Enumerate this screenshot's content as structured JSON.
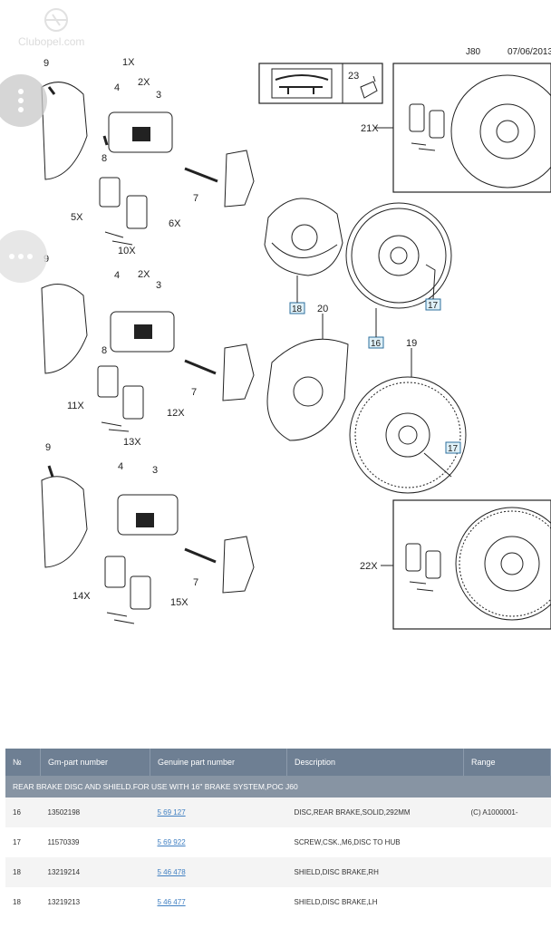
{
  "watermark": "Clubopel.com",
  "header": {
    "code": "J80",
    "date": "07/06/2013"
  },
  "callouts": {
    "c9a": "9",
    "c1x": "1X",
    "c4a": "4",
    "c2xa": "2X",
    "c3a": "3",
    "c8a": "8",
    "c5x": "5X",
    "c7a": "7",
    "c6x": "6X",
    "c9b": "9",
    "c10x": "10X",
    "c4b": "4",
    "c2xb": "2X",
    "c3b": "3",
    "c8b": "8",
    "c11x": "11X",
    "c7b": "7",
    "c12x": "12X",
    "c9c": "9",
    "c13x": "13X",
    "c4c": "4",
    "c3c": "3",
    "c14x": "14X",
    "c7c": "7",
    "c15x": "15X",
    "c23": "23",
    "c21x": "21X",
    "c18": "18",
    "c20": "20",
    "c16": "16",
    "c17a": "17",
    "c19": "19",
    "c17b": "17",
    "c22x": "22X"
  },
  "table": {
    "headers": [
      "№",
      "Gm-part number",
      "Genuine part number",
      "Description",
      "Range"
    ],
    "group_title": "REAR BRAKE DISC AND SHIELD.FOR USE WITH 16\" BRAKE SYSTEM,POC J60",
    "rows": [
      {
        "no": "16",
        "gm": "13502198",
        "genuine": "5 69 127",
        "desc": "DISC,REAR BRAKE,SOLID,292MM",
        "range": "(C) A1000001-"
      },
      {
        "no": "17",
        "gm": "11570339",
        "genuine": "5 69 922",
        "desc": "SCREW,CSK.,M6,DISC TO HUB",
        "range": ""
      },
      {
        "no": "18",
        "gm": "13219214",
        "genuine": "5 46 478",
        "desc": "SHIELD,DISC BRAKE,RH",
        "range": ""
      },
      {
        "no": "18",
        "gm": "13219213",
        "genuine": "5 46 477",
        "desc": "SHIELD,DISC BRAKE,LH",
        "range": ""
      }
    ]
  }
}
